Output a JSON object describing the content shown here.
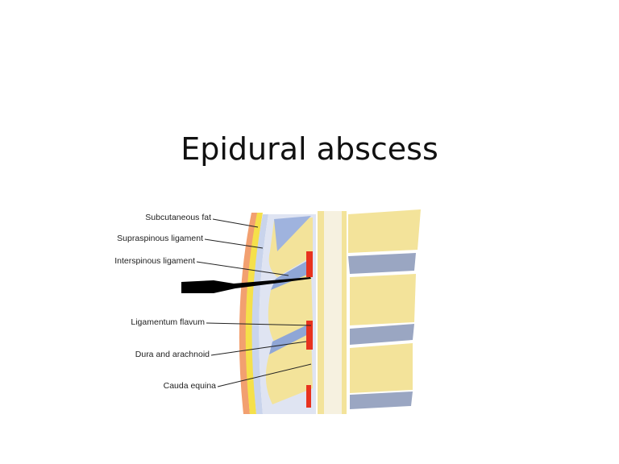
{
  "slide": {
    "title": "Epidural abscess"
  },
  "figure": {
    "description": "Sagittal illustration of lumbar spine showing needle approach to epidural space",
    "labels": [
      "Subcutaneous fat",
      "Supraspinous ligament",
      "Interspinous ligament",
      "Ligamentum flavum",
      "Dura and arachnoid",
      "Cauda equina"
    ],
    "icons": {
      "needle": "needle-icon"
    },
    "colors": {
      "skin": "#f2a070",
      "fat": "#f5e04a",
      "bone": "#f3e39a",
      "ligament": "#8fa6d6",
      "disc": "#9aa6c2",
      "epidural_space": "#e8321e",
      "dura": "#f6f1e0",
      "needle": "#000000"
    }
  }
}
